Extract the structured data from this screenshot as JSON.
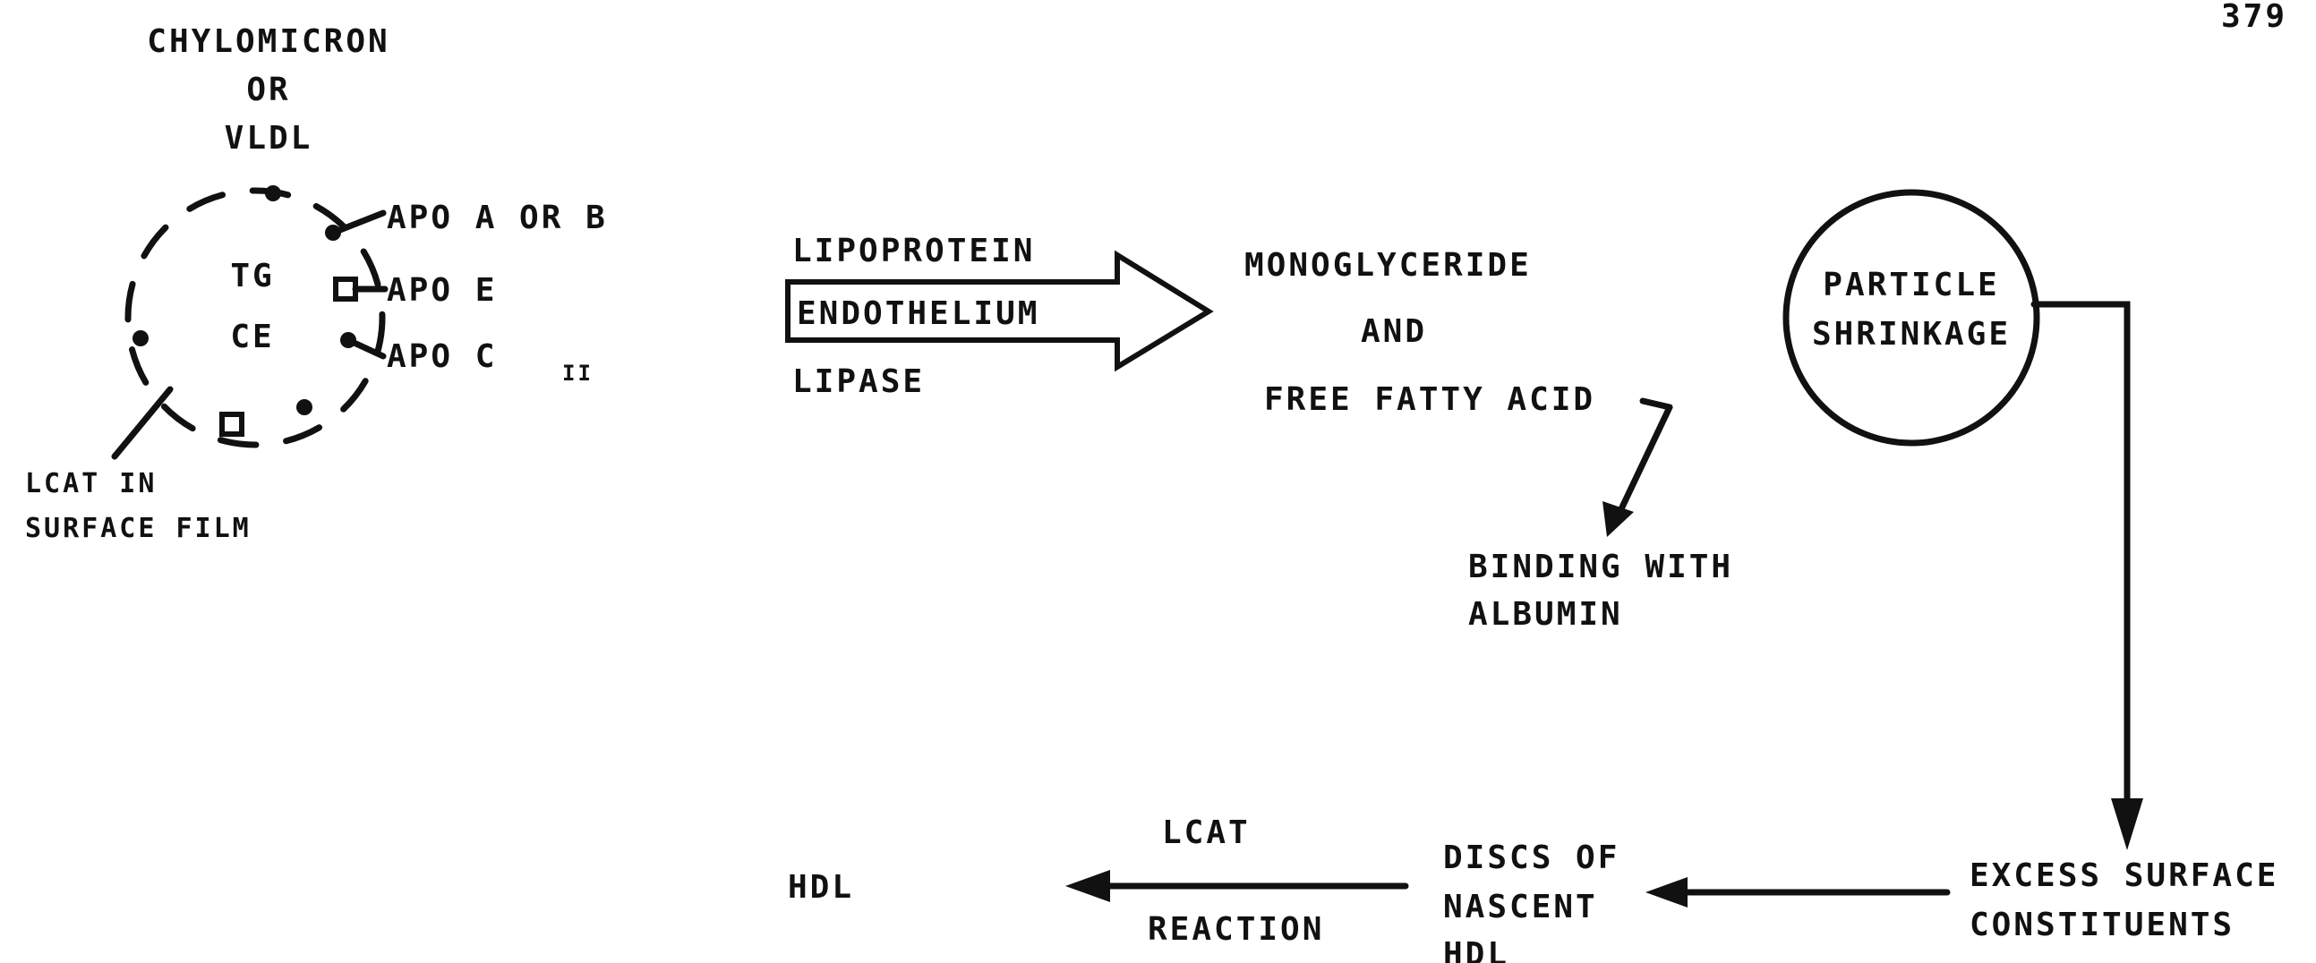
{
  "page_number": "379",
  "particle": {
    "title_line1": "CHYLOMICRON",
    "title_line2": "OR",
    "title_line3": "VLDL",
    "core_tg": "TG",
    "core_ce": "CE",
    "apo_ab": "APO A OR B",
    "apo_e": "APO E",
    "apo_c": "APO C",
    "apo_c_sub": "II",
    "lcat_line1": "LCAT IN",
    "lcat_line2": "SURFACE FILM"
  },
  "enzyme": {
    "line1": "LIPOPROTEIN",
    "line2": "ENDOTHELIUM",
    "line3": "LIPASE"
  },
  "products": {
    "line1": "MONOGLYCERIDE",
    "line2": "AND",
    "line3": "FREE FATTY ACID"
  },
  "binding": {
    "line1": "BINDING WITH",
    "line2": "ALBUMIN"
  },
  "shrinkage": {
    "line1": "PARTICLE",
    "line2": "SHRINKAGE"
  },
  "excess": {
    "line1": "EXCESS SURFACE",
    "line2": "CONSTITUENTS"
  },
  "discs": {
    "line1": "DISCS OF",
    "line2": "NASCENT",
    "line3": "HDL"
  },
  "lcat_reaction": {
    "line1": "LCAT",
    "line2": "REACTION"
  },
  "hdl": "HDL"
}
